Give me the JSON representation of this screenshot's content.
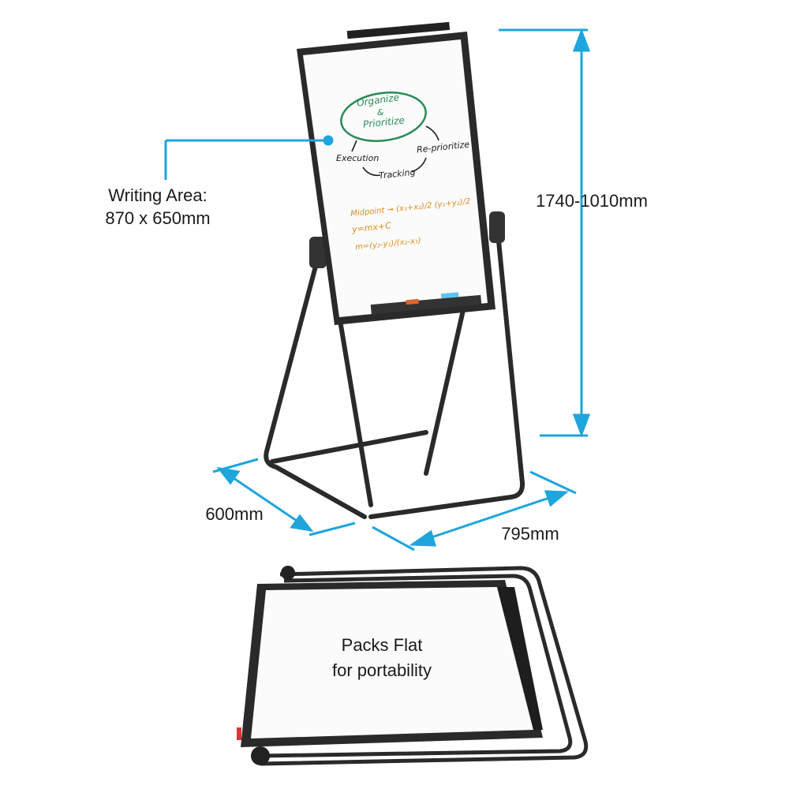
{
  "labels": {
    "writing_area_title": "Writing Area:",
    "writing_area_size": "870 x 650mm",
    "height_range": "1740-1010mm",
    "depth": "600mm",
    "width": "795mm",
    "packs_flat_line1": "Packs Flat",
    "packs_flat_line2": "for portability"
  },
  "whiteboard": {
    "circle_text_1": "Organize",
    "circle_text_2": "&",
    "circle_text_3": "Prioritize",
    "execution": "Execution",
    "tracking": "Tracking",
    "reprioritize": "Re-prioritize",
    "formula_1": "Midpoint → (x₁+x₂)/2 (y₁+y₂)/2",
    "formula_2": "y=mx+C",
    "formula_3": "m=(y₂-y₁)/(x₂-x₁)"
  },
  "colors": {
    "dimension": "#1ea5dc",
    "frame": "#2a2a2a",
    "green_ink": "#2a8a55",
    "orange_ink": "#e08a1e"
  }
}
